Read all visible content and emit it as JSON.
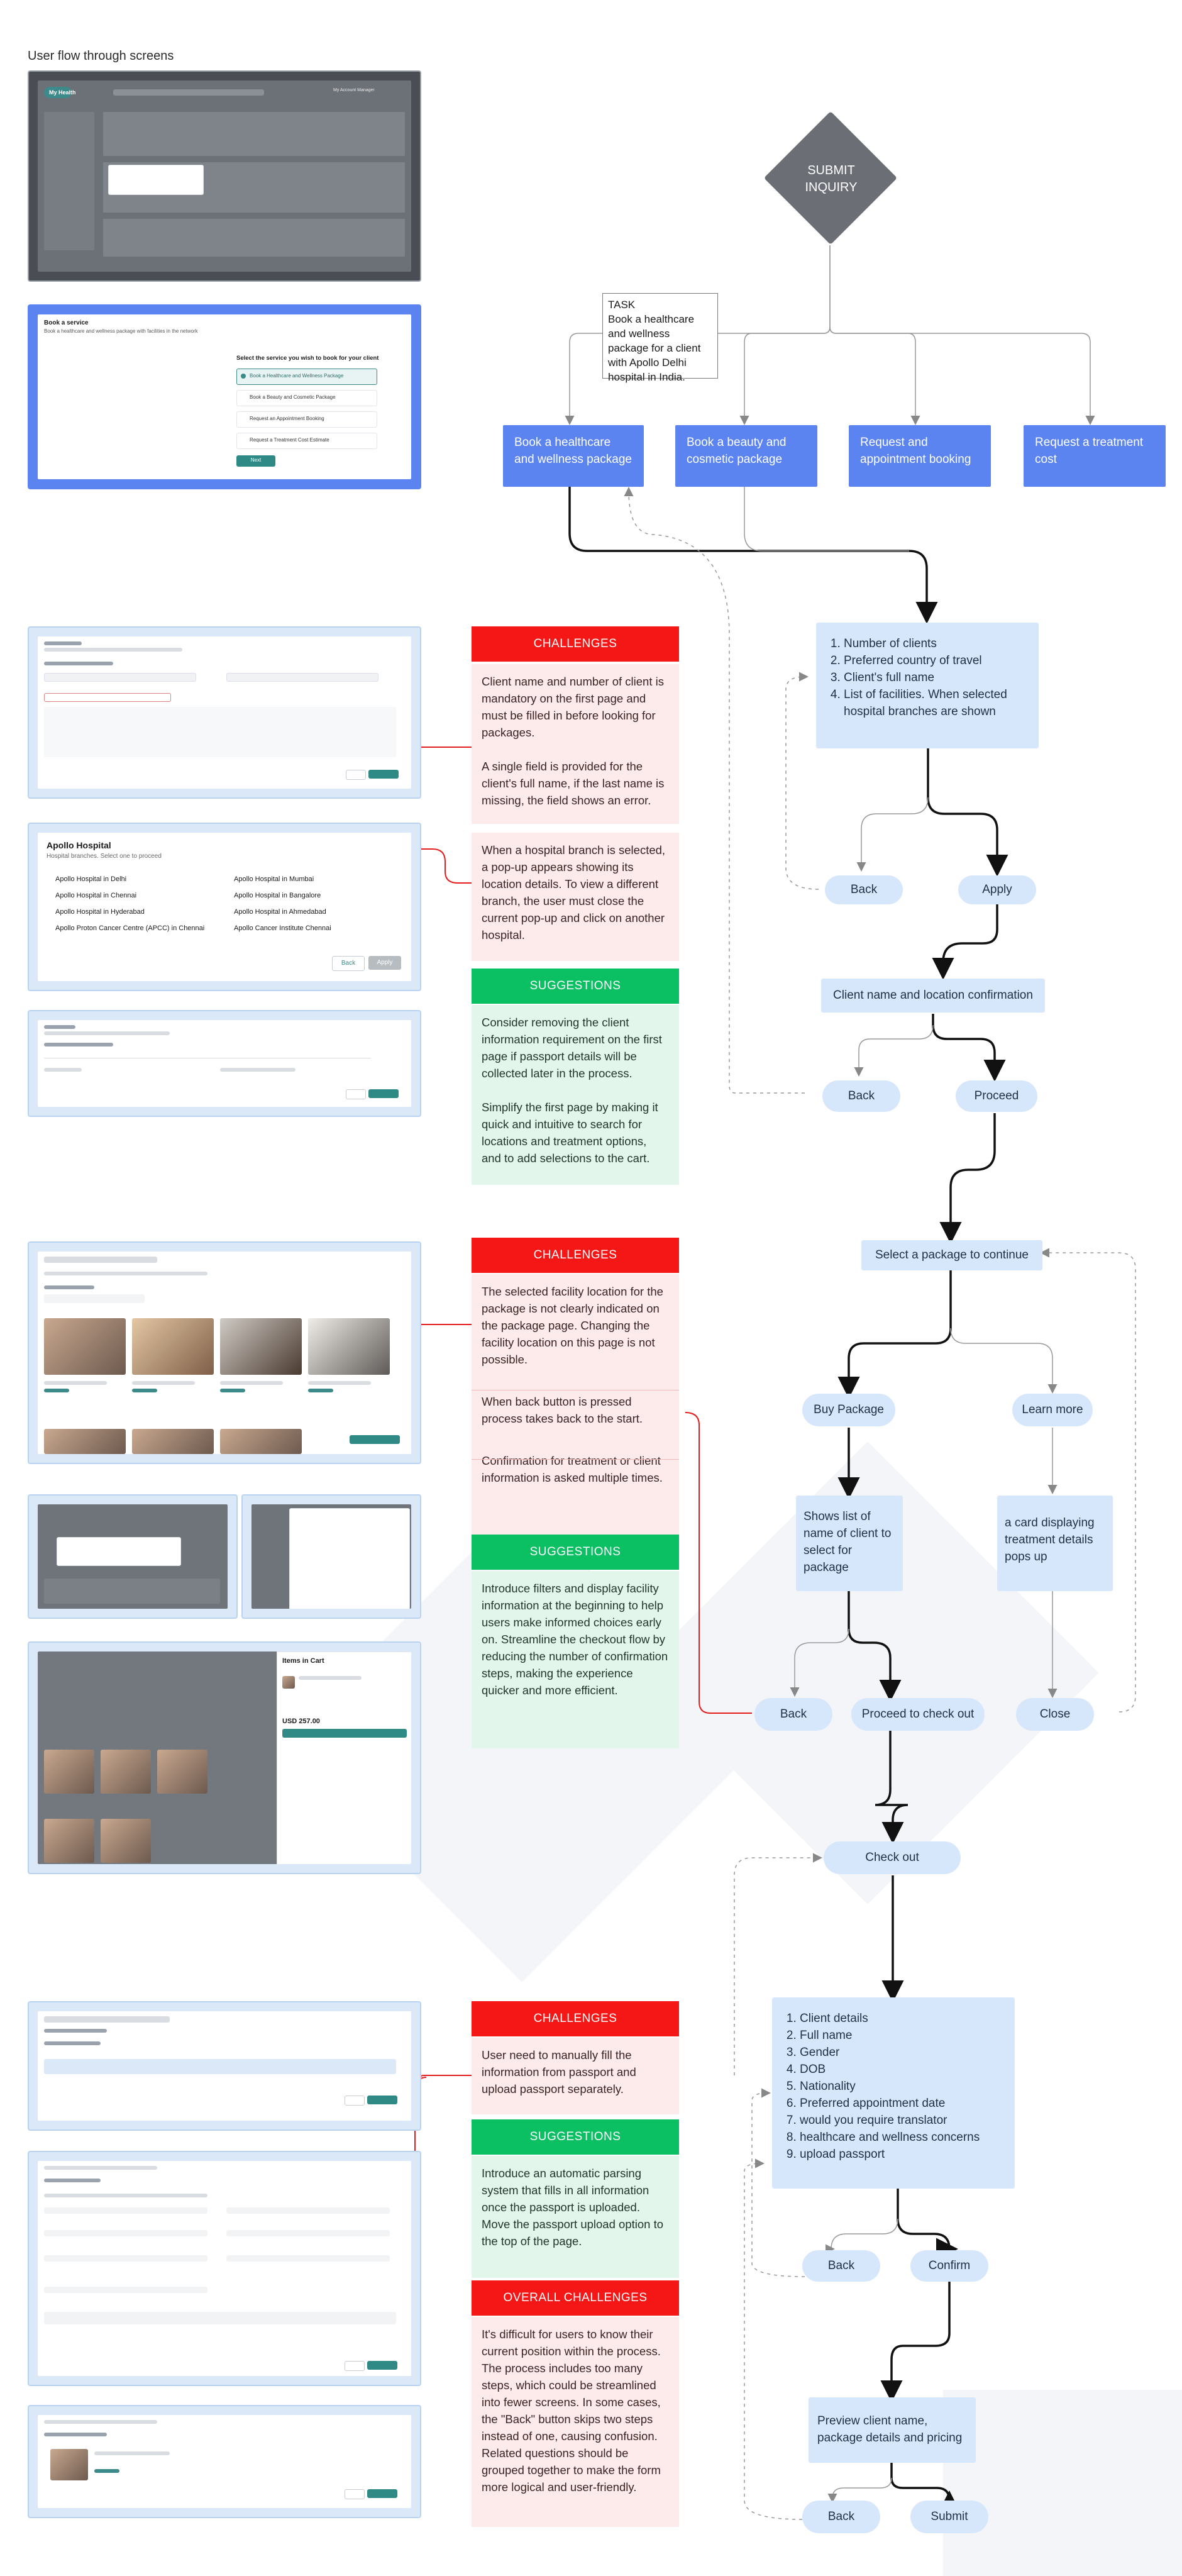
{
  "page_title": "User flow through screens",
  "diamond": {
    "label": "SUBMIT INQUIRY"
  },
  "task": {
    "label": "TASK",
    "text": "Book a healthcare and wellness package for a client with Apollo Delhi hospital in India."
  },
  "services": [
    {
      "label": "Book a healthcare and wellness package"
    },
    {
      "label": "Book a beauty and cosmetic package"
    },
    {
      "label": "Request and appointment booking"
    },
    {
      "label": "Request a treatment cost"
    }
  ],
  "step1": {
    "items": [
      "Number of clients",
      "Preferred country of travel",
      "Client's full name",
      "List of facilities. When selected hospital branches are shown"
    ],
    "back": "Back",
    "apply": "Apply",
    "confirm": "Client name and location confirmation",
    "back2": "Back",
    "proceed": "Proceed"
  },
  "step2": {
    "select": "Select a package to continue",
    "buy": "Buy Package",
    "learn": "Learn more",
    "shows_list": "Shows list of name of client to select for package",
    "card": "a card displaying treatment details pops up",
    "back": "Back",
    "checkout_proceed": "Proceed to check out",
    "close": "Close",
    "checkout": "Check out"
  },
  "step3": {
    "items": [
      "Client details",
      "Full name",
      "Gender",
      "DOB",
      "Nationality",
      "Preferred appointment date",
      "would you require translator",
      "healthcare and wellness concerns",
      "upload passport"
    ],
    "back": "Back",
    "confirm": "Confirm",
    "preview": "Preview client name, package details and pricing",
    "back2": "Back",
    "submit": "Submit"
  },
  "panel1": {
    "challenges_header": "CHALLENGES",
    "challenges": [
      "Client name and number of client is mandatory on the first page and must be filled in before looking for packages.",
      "A single field is provided for the client's full name, if the last name is missing, the field shows an error.",
      "When a hospital branch is selected, a pop-up appears showing its location details. To view a different branch, the user must close the current pop-up and click on another hospital."
    ],
    "suggestions_header": "SUGGESTIONS",
    "suggestions": [
      "Consider removing the client information requirement on the first page if passport details will be collected later in the process.",
      "Simplify the first page by making it quick and intuitive to search for locations and treatment options, and to add selections to the cart."
    ]
  },
  "panel2": {
    "challenges_header": "CHALLENGES",
    "challenges": [
      "The selected facility location for the package is not clearly indicated on the package page. Changing the facility location on this page is not possible.",
      "When back button is pressed process takes back to the start.",
      "Confirmation for treatment or client information is asked multiple times."
    ],
    "suggestions_header": "SUGGESTIONS",
    "suggestions": [
      "Introduce filters and display facility information at the beginning to help users make informed choices early on. Streamline the checkout flow by reducing the number of confirmation steps, making the experience quicker and more efficient."
    ]
  },
  "panel3": {
    "challenges_header": "CHALLENGES",
    "challenges": [
      "User need to manually fill the information from passport and upload passport separately."
    ],
    "suggestions_header": "SUGGESTIONS",
    "suggestions": [
      "Introduce an automatic parsing system that fills in all information once the passport is uploaded. Move the passport upload option to the top of the page."
    ],
    "overall_header": "OVERALL CHALLENGES",
    "overall": "It's difficult for users to know their current position within the process. The process includes too many steps, which could be streamlined into fewer screens. In some cases, the \"Back\" button skips two steps instead of one, causing confusion. Related questions should be grouped together to make the form more logical and user-friendly."
  },
  "screens": {
    "dashboard": {
      "logo": "My Health",
      "account": "My Account Manager"
    },
    "book_service": {
      "title": "Book a service",
      "subtitle": "Book a healthcare and wellness package with facilities in the network",
      "question": "Select the service you wish to book for your client",
      "options": [
        "Book a Healthcare and Wellness Package",
        "Book a Beauty and Cosmetic Package",
        "Request an Appointment Booking",
        "Request a Treatment Cost Estimate"
      ],
      "next": "Next"
    },
    "apollo": {
      "title": "Apollo Hospital",
      "subtitle": "Hospital branches. Select one to proceed",
      "branches": [
        "Apollo Hospital in Delhi",
        "Apollo Hospital in Mumbai",
        "Apollo Hospital in Chennai",
        "Apollo Hospital in Bangalore",
        "Apollo Hospital in Hyderabad",
        "Apollo Hospital in Ahmedabad",
        "Apollo Proton Cancer Centre (APCC) in Chennai",
        "Apollo Cancer Institute Chennai"
      ],
      "back": "Back",
      "apply": "Apply"
    },
    "cart": {
      "title": "Items in Cart",
      "price": "USD 257.00"
    }
  },
  "colors": {
    "service_blue": "#5b84f1",
    "light_blue": "#d7e7fb",
    "challenge_red": "#f51616",
    "suggestion_green": "#0bbf63",
    "diamond_grey": "#6b6f75"
  }
}
